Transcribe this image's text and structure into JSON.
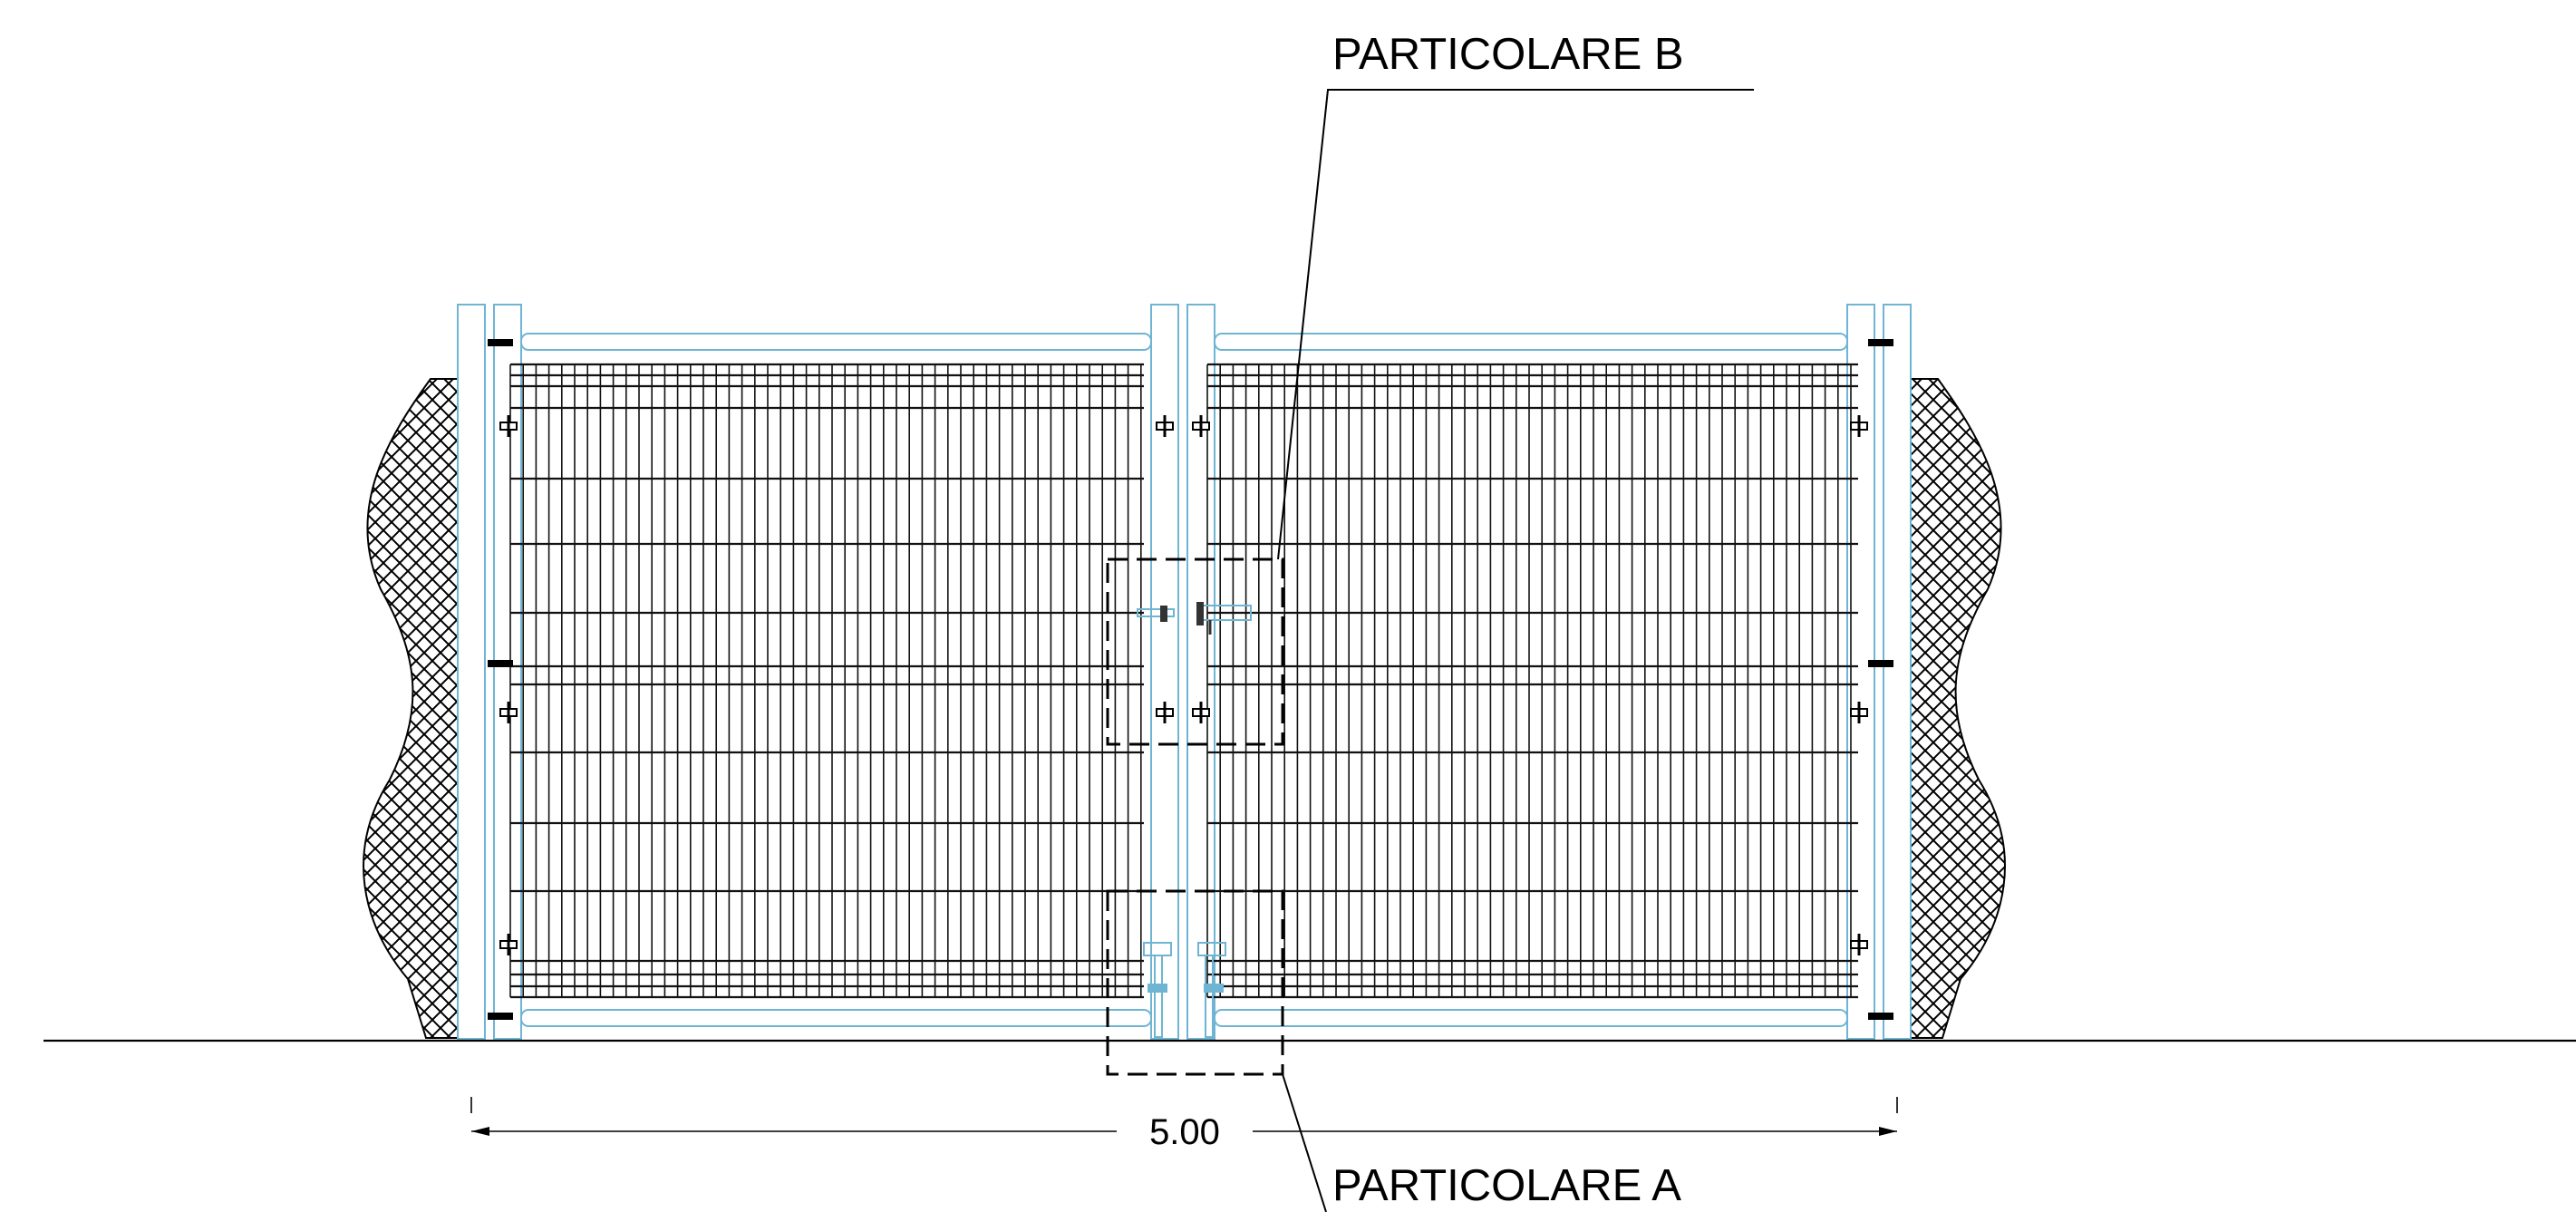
{
  "labels": {
    "detail_b": "PARTICOLARE B",
    "detail_a": "PARTICOLARE A"
  },
  "dimension": {
    "width_text": "5.00"
  },
  "colors": {
    "frame": "#6fb5d3",
    "mesh": "#111111",
    "line": "#000000"
  }
}
